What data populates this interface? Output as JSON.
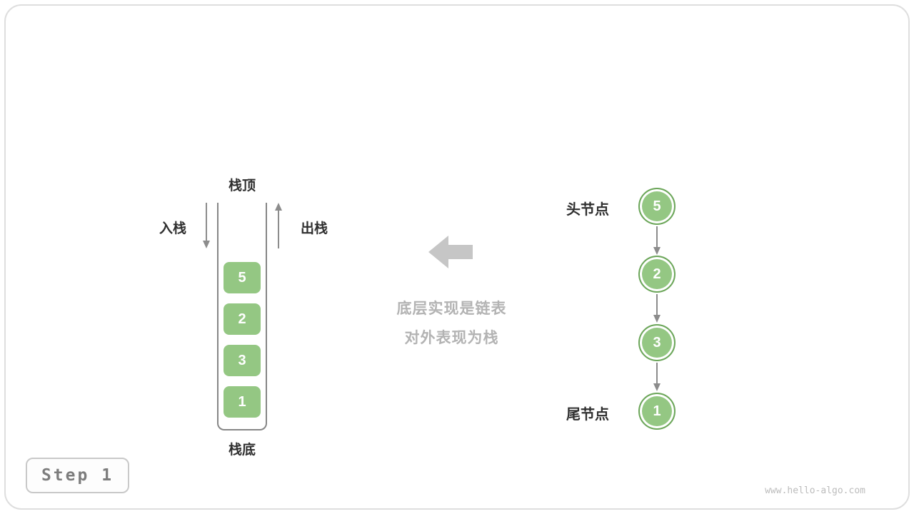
{
  "colors": {
    "green_fill": "#94c783",
    "green_border": "#6ca65a",
    "arrow_gray": "#8c8c8c",
    "big_arrow_gray": "#c6c6c6",
    "muted_text_gray": "#b3b3b3"
  },
  "stack": {
    "top_label": "栈顶",
    "bottom_label": "栈底",
    "push_label": "入栈",
    "pop_label": "出栈",
    "items": [
      "5",
      "2",
      "3",
      "1"
    ]
  },
  "annotation": {
    "line1": "底层实现是链表",
    "line2": "对外表现为栈"
  },
  "linked_list": {
    "head_label": "头节点",
    "tail_label": "尾节点",
    "nodes": [
      "5",
      "2",
      "3",
      "1"
    ]
  },
  "footer": {
    "step_label": "Step 1",
    "watermark": "www.hello-algo.com"
  }
}
